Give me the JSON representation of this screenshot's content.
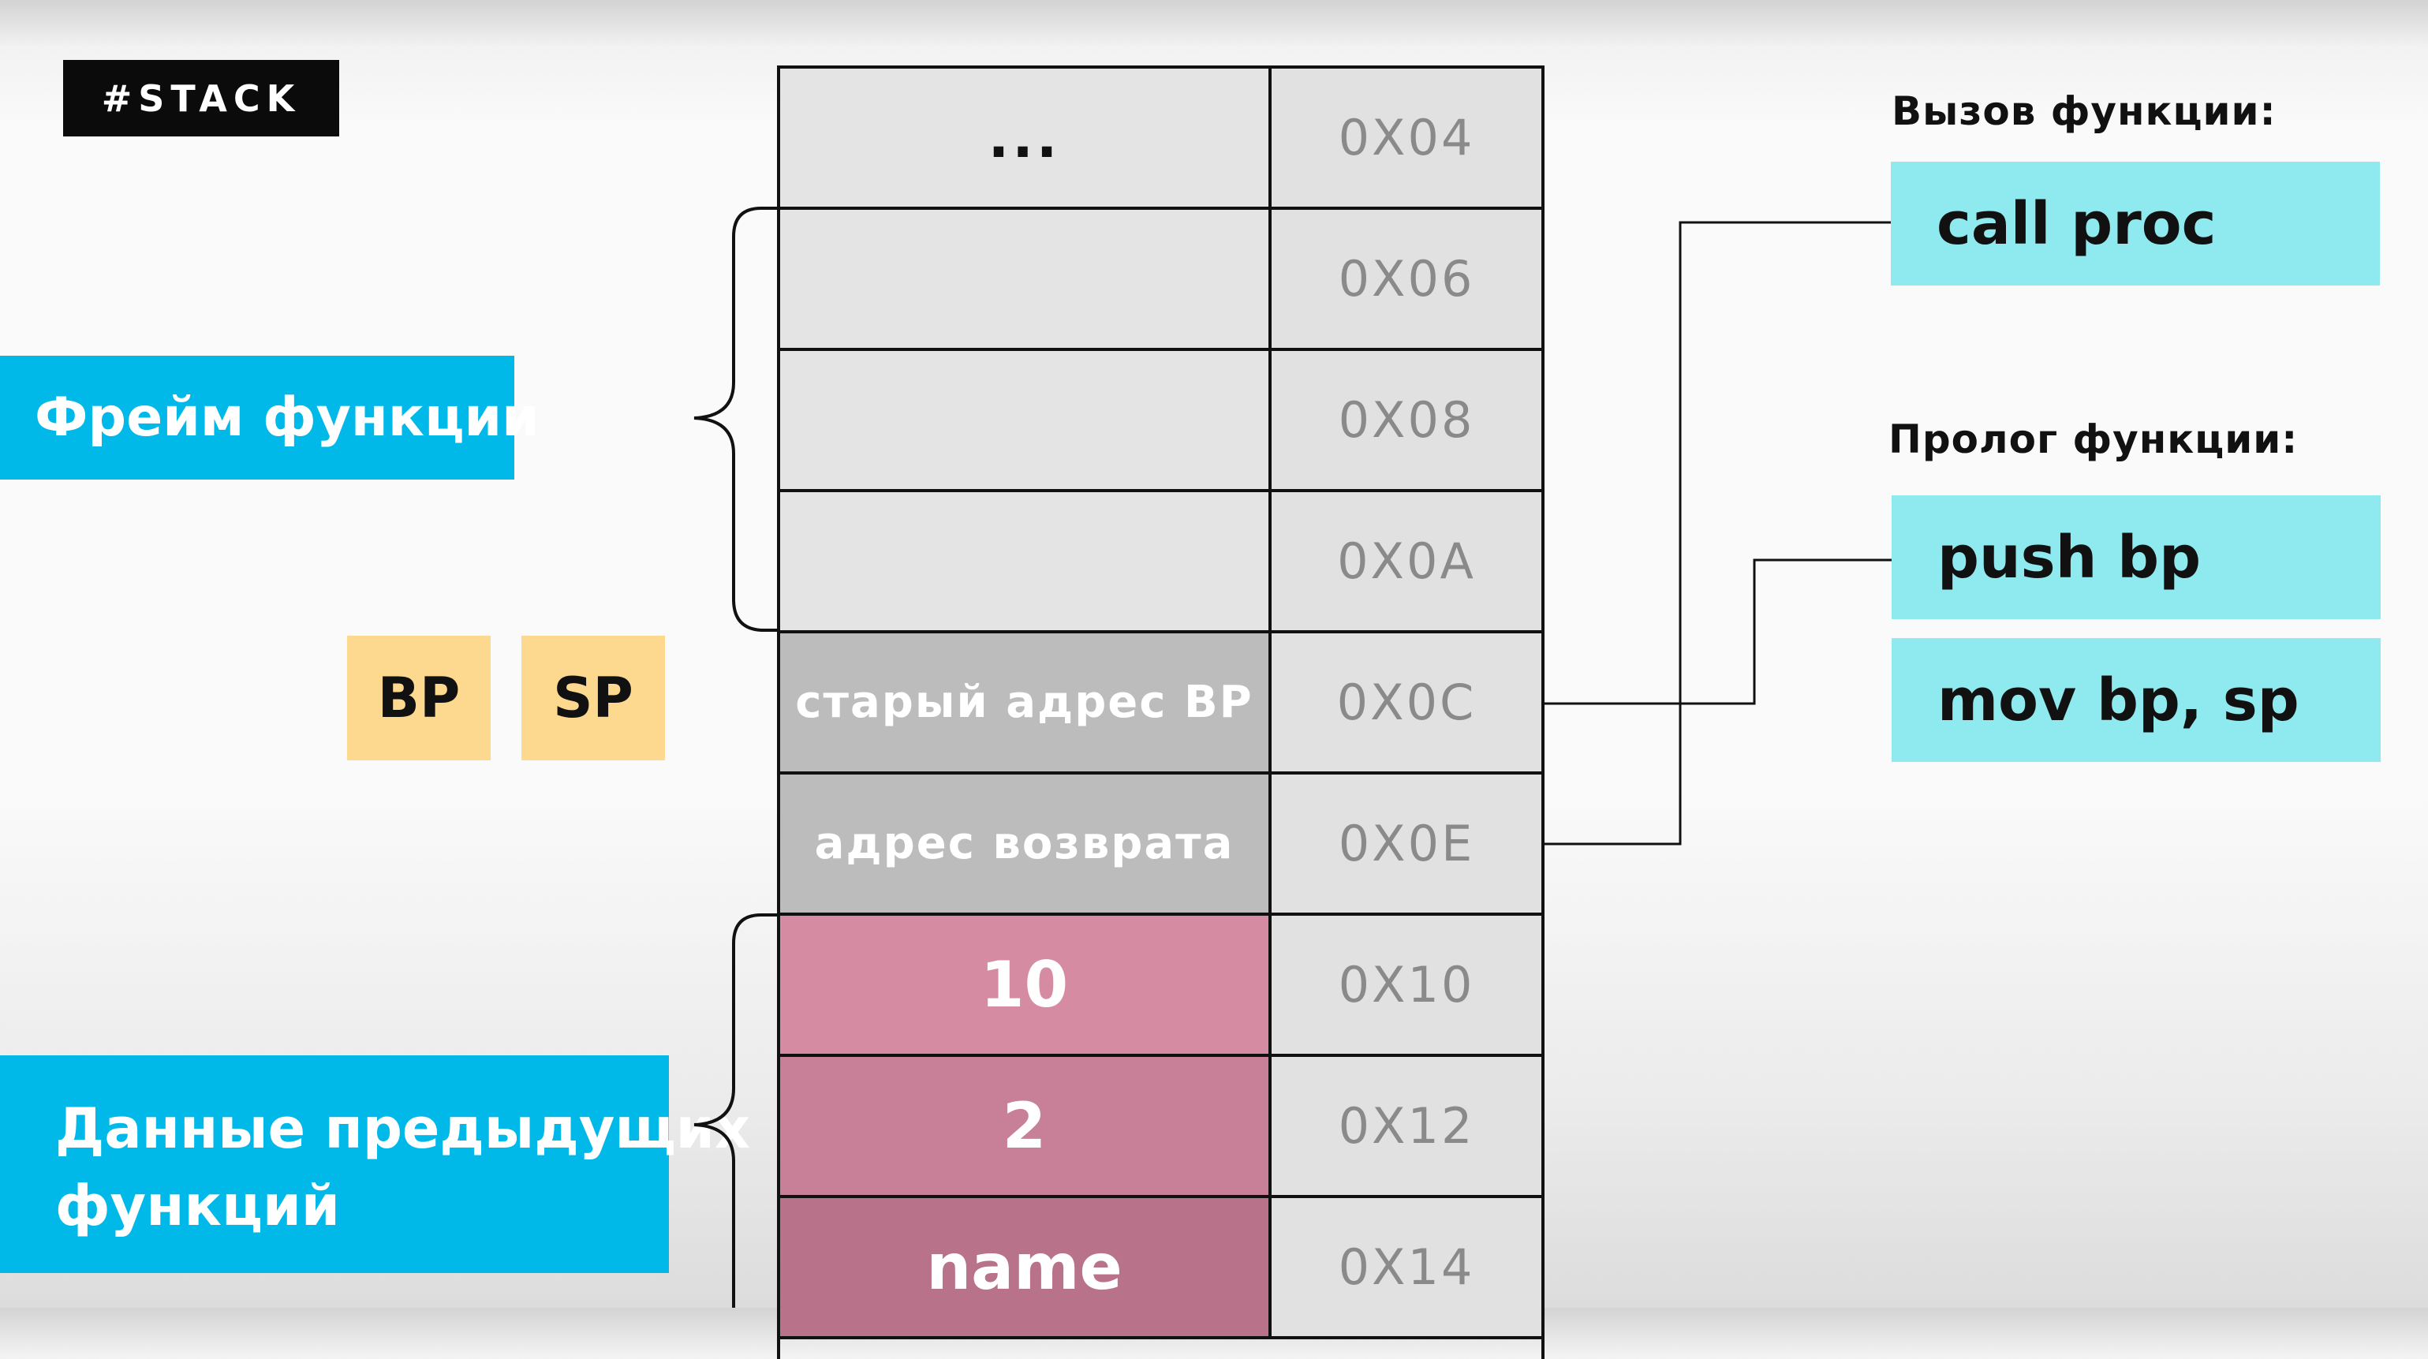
{
  "tag": "#STACK",
  "labels": {
    "frame": "Фрейм функции",
    "previous_line1": "Данные предыдущих",
    "previous_line2": "функций"
  },
  "registers": [
    "BP",
    "SP"
  ],
  "stack_rows": [
    {
      "value": "...",
      "address": "0X04"
    },
    {
      "value": "",
      "address": "0X06"
    },
    {
      "value": "",
      "address": "0X08"
    },
    {
      "value": "",
      "address": "0X0A"
    },
    {
      "value": "старый адрес BP",
      "address": "0X0C"
    },
    {
      "value": "адрес возврата",
      "address": "0X0E"
    },
    {
      "value": "10",
      "address": "0X10"
    },
    {
      "value": "2",
      "address": "0X12"
    },
    {
      "value": "name",
      "address": "0X14"
    }
  ],
  "call_section": {
    "heading": "Вызов функции:",
    "code": "call proc"
  },
  "prolog_section": {
    "heading": "Пролог функции:",
    "code": [
      "push bp",
      "mov bp, sp"
    ]
  },
  "colors": {
    "cyan_label": "#00b9e8",
    "register_box": "#fdd98f",
    "code_box": "#8eeaee",
    "pink_cell": "#d58ca3",
    "gray_cell": "#bcbcbc",
    "light_cell": "#e4e4e4"
  }
}
